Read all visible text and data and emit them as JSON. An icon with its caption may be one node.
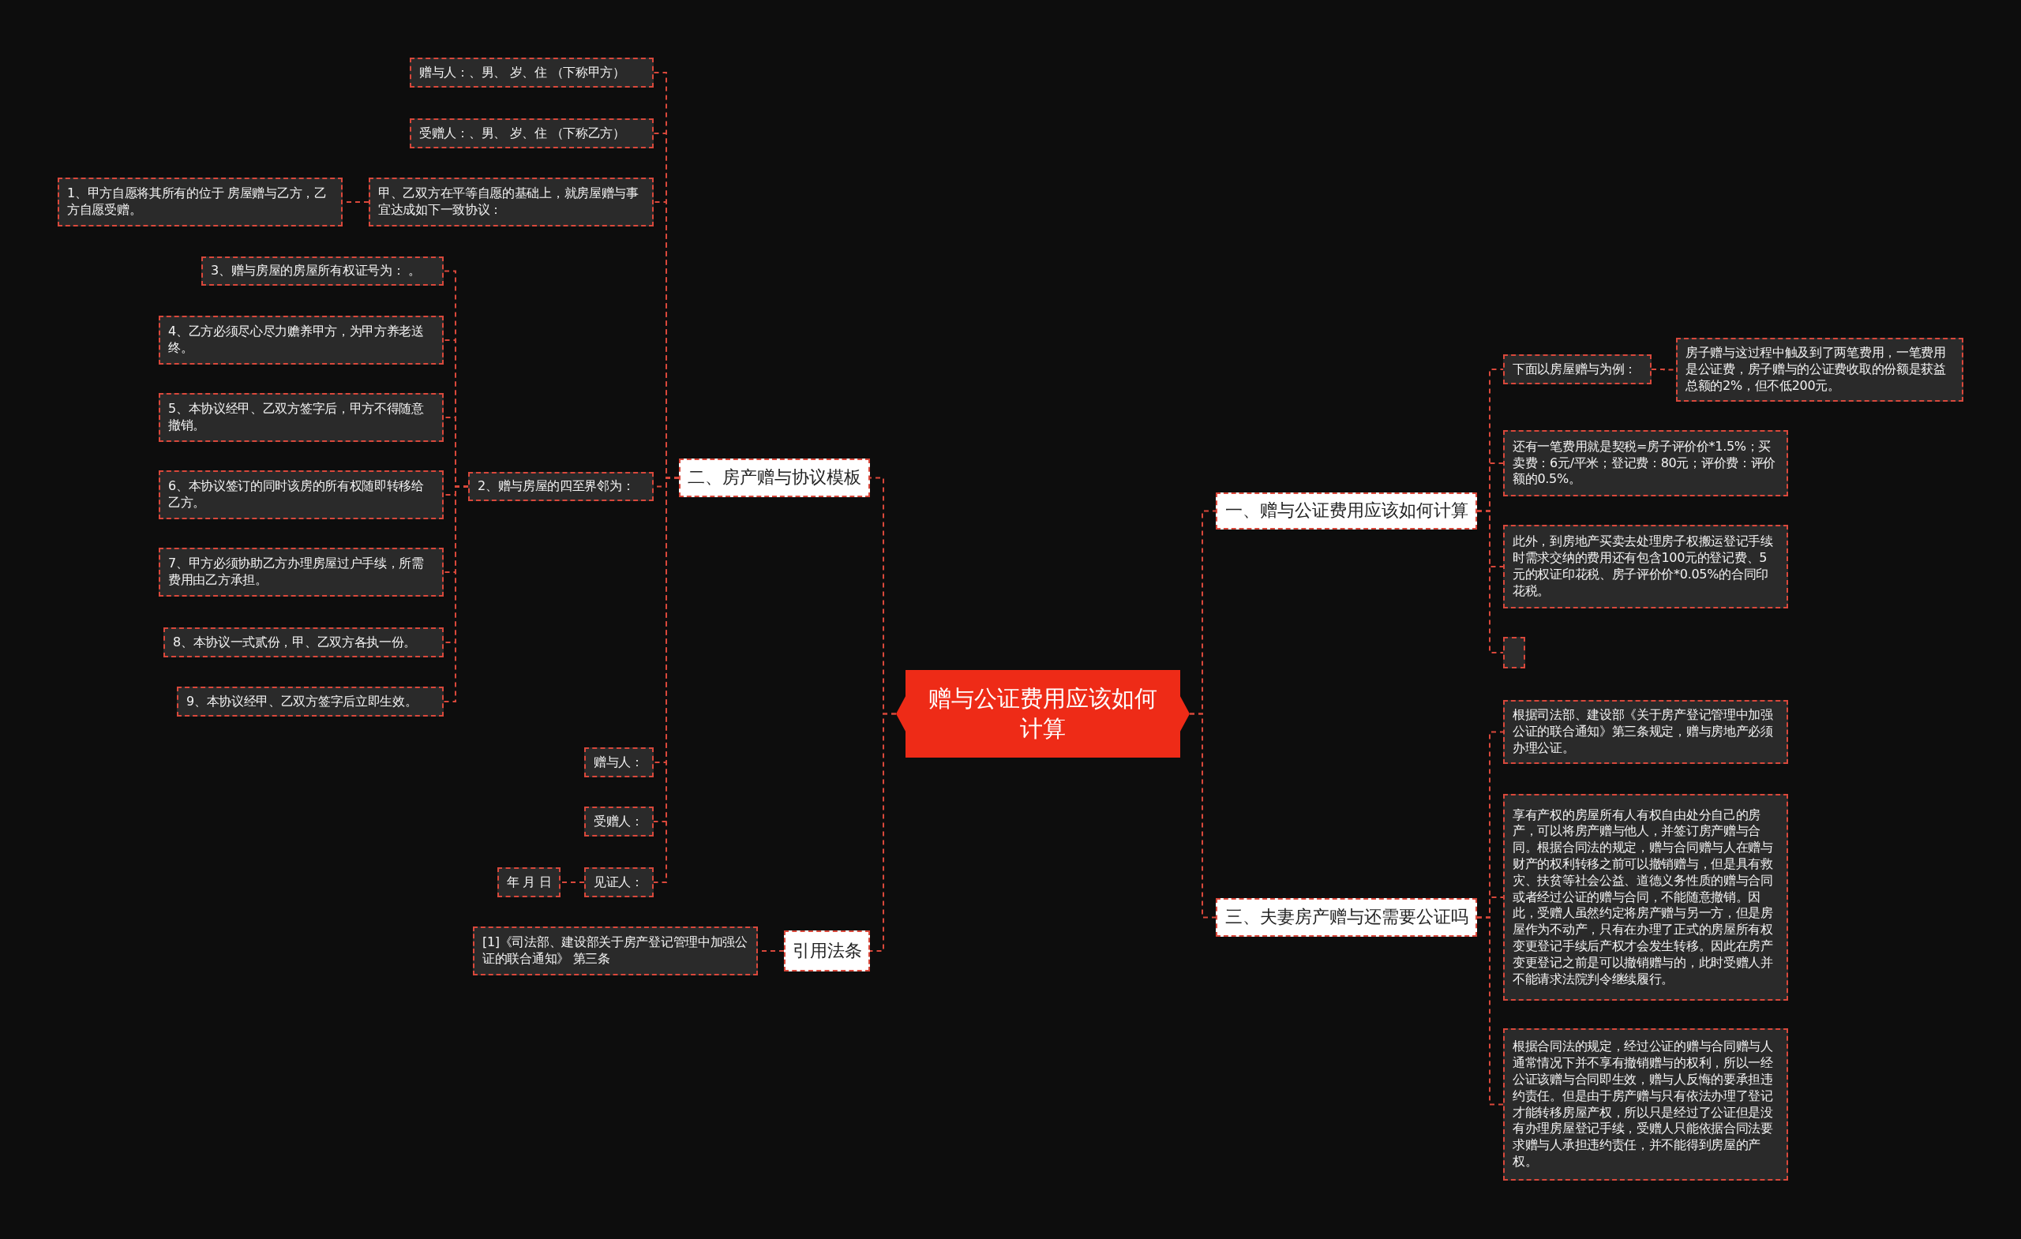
{
  "diagram": {
    "nodes": [
      {
        "text": [
          "赠与公证费用应该如何计算"
        ]
      },
      {
        "text": [
          "二、房产赠与协议模板"
        ]
      },
      {
        "text": [
          "赠与人：、男、 岁、住 （下称甲方）"
        ]
      },
      {
        "text": [
          "受赠人：、男、 岁、住 （下称乙方）"
        ]
      },
      {
        "text": [
          "甲、乙双方在平等自愿的基础上，就房屋赠与事宜达成如下一致协议："
        ]
      },
      {
        "text": [
          "1、甲方自愿将其所有的位于 房屋赠与乙方，乙方自愿受赠。"
        ]
      },
      {
        "text": [
          "2、赠与房屋的四至界邻为："
        ]
      },
      {
        "text": [
          "3、赠与房屋的房屋所有权证号为： 。"
        ]
      },
      {
        "text": [
          "4、乙方必须尽心尽力赡养甲方，为甲方养老送终。"
        ]
      },
      {
        "text": [
          "5、本协议经甲、乙双方签字后，甲方不得随意撤销。"
        ]
      },
      {
        "text": [
          "6、本协议签订的同时该房的所有权随即转移给乙方。"
        ]
      },
      {
        "text": [
          "7、甲方必须协助乙方办理房屋过户手续，所需费用由乙方承担。"
        ]
      },
      {
        "text": [
          "8、本协议一式贰份，甲、乙双方各执一份。"
        ]
      },
      {
        "text": [
          "9、本协议经甲、乙双方签字后立即生效。"
        ]
      },
      {
        "text": [
          "赠与人："
        ]
      },
      {
        "text": [
          "受赠人："
        ]
      },
      {
        "text": [
          "见证人："
        ]
      },
      {
        "text": [
          "年 月 日"
        ]
      },
      {
        "text": [
          "引用法条"
        ]
      },
      {
        "text": [
          "[1]《司法部、建设部关于房产登记管理中加强公证的联合通知》 第三条"
        ]
      },
      {
        "text": [
          "一、赠与公证费用应该如何计算"
        ]
      },
      {
        "text": [
          "下面以房屋赠与为例："
        ]
      },
      {
        "text": [
          "房子赠与这过程中触及到了两笔费用，一笔费用是公证费，房子赠与的公证费收取的份额是获益总额的2%，但不低200元。"
        ]
      },
      {
        "text": [
          "还有一笔费用就是契税=房子评价价*1.5%；买卖费：6元/平米；登记费：80元；评价费：评价额的0.5%。"
        ]
      },
      {
        "text": [
          "此外，到房地产买卖去处理房子权搬运登记手续时需求交纳的费用还有包含100元的登记费、5元的权证印花税、房子评价价*0.05%的合同印花税。"
        ]
      },
      {
        "text": [],
        "shape": "box"
      },
      {
        "text": [
          "三、夫妻房产赠与还需要公证吗"
        ]
      },
      {
        "text": [
          "根据司法部、建设部《关于房产登记管理中加强公证的联合通知》第三条规定，赠与房地产必须办理公证。"
        ]
      },
      {
        "text": [
          "享有产权的房屋所有人有权自由处分自己的房产，可以将房产赠与他人，并签订房产赠与合同。根据合同法的规定，赠与合同赠与人在赠与财产的权利转移之前可以撤销赠与，但是具有救灾、扶贫等社会公益、道德义务性质的赠与合同或者经过公证的赠与合同，不能随意撤销。因此，受赠人虽然约定将房产赠与另一方，但是房屋作为不动产，只有在办理了正式的房屋所有权变更登记手续后产权才会发生转移。因此在房产变更登记之前是可以撤销赠与的，此时受赠人并不能请求法院判令继续履行。"
        ]
      },
      {
        "text": [
          "根据合同法的规定，经过公证的赠与合同赠与人通常情况下并不享有撤销赠与的权利，所以一经公证该赠与合同即生效，赠与人反悔的要承担违约责任。但是由于房产赠与只有依法办理了登记才能转移房屋产权，所以只是经过了公证但是没有办理房屋登记手续，受赠人只能依据合同法要求赠与人承担违约责任，并不能得到房屋的产权。"
        ]
      }
    ],
    "edges": [
      {
        "from": 0,
        "to": 1,
        "arrow": "none"
      },
      {
        "from": 0,
        "to": 18,
        "arrow": "none"
      },
      {
        "from": 0,
        "to": 20,
        "arrow": "none"
      },
      {
        "from": 0,
        "to": 26,
        "arrow": "none"
      },
      {
        "from": 1,
        "to": 2,
        "arrow": "none"
      },
      {
        "from": 1,
        "to": 3,
        "arrow": "none"
      },
      {
        "from": 1,
        "to": 4,
        "arrow": "none"
      },
      {
        "from": 1,
        "to": 6,
        "arrow": "none"
      },
      {
        "from": 1,
        "to": 14,
        "arrow": "none"
      },
      {
        "from": 1,
        "to": 15,
        "arrow": "none"
      },
      {
        "from": 1,
        "to": 16,
        "arrow": "none"
      },
      {
        "from": 4,
        "to": 5,
        "arrow": "none"
      },
      {
        "from": 6,
        "to": 7,
        "arrow": "none"
      },
      {
        "from": 6,
        "to": 8,
        "arrow": "none"
      },
      {
        "from": 6,
        "to": 9,
        "arrow": "none"
      },
      {
        "from": 6,
        "to": 10,
        "arrow": "none"
      },
      {
        "from": 6,
        "to": 11,
        "arrow": "none"
      },
      {
        "from": 6,
        "to": 12,
        "arrow": "none"
      },
      {
        "from": 6,
        "to": 13,
        "arrow": "none"
      },
      {
        "from": 16,
        "to": 17,
        "arrow": "none"
      },
      {
        "from": 18,
        "to": 19,
        "arrow": "none"
      },
      {
        "from": 20,
        "to": 21,
        "arrow": "none"
      },
      {
        "from": 20,
        "to": 23,
        "arrow": "none"
      },
      {
        "from": 20,
        "to": 24,
        "arrow": "none"
      },
      {
        "from": 20,
        "to": 25,
        "arrow": "none"
      },
      {
        "from": 21,
        "to": 22,
        "arrow": "none"
      },
      {
        "from": 26,
        "to": 27,
        "arrow": "none"
      },
      {
        "from": 26,
        "to": 28,
        "arrow": "none"
      },
      {
        "from": 26,
        "to": 29,
        "arrow": "none"
      }
    ]
  }
}
